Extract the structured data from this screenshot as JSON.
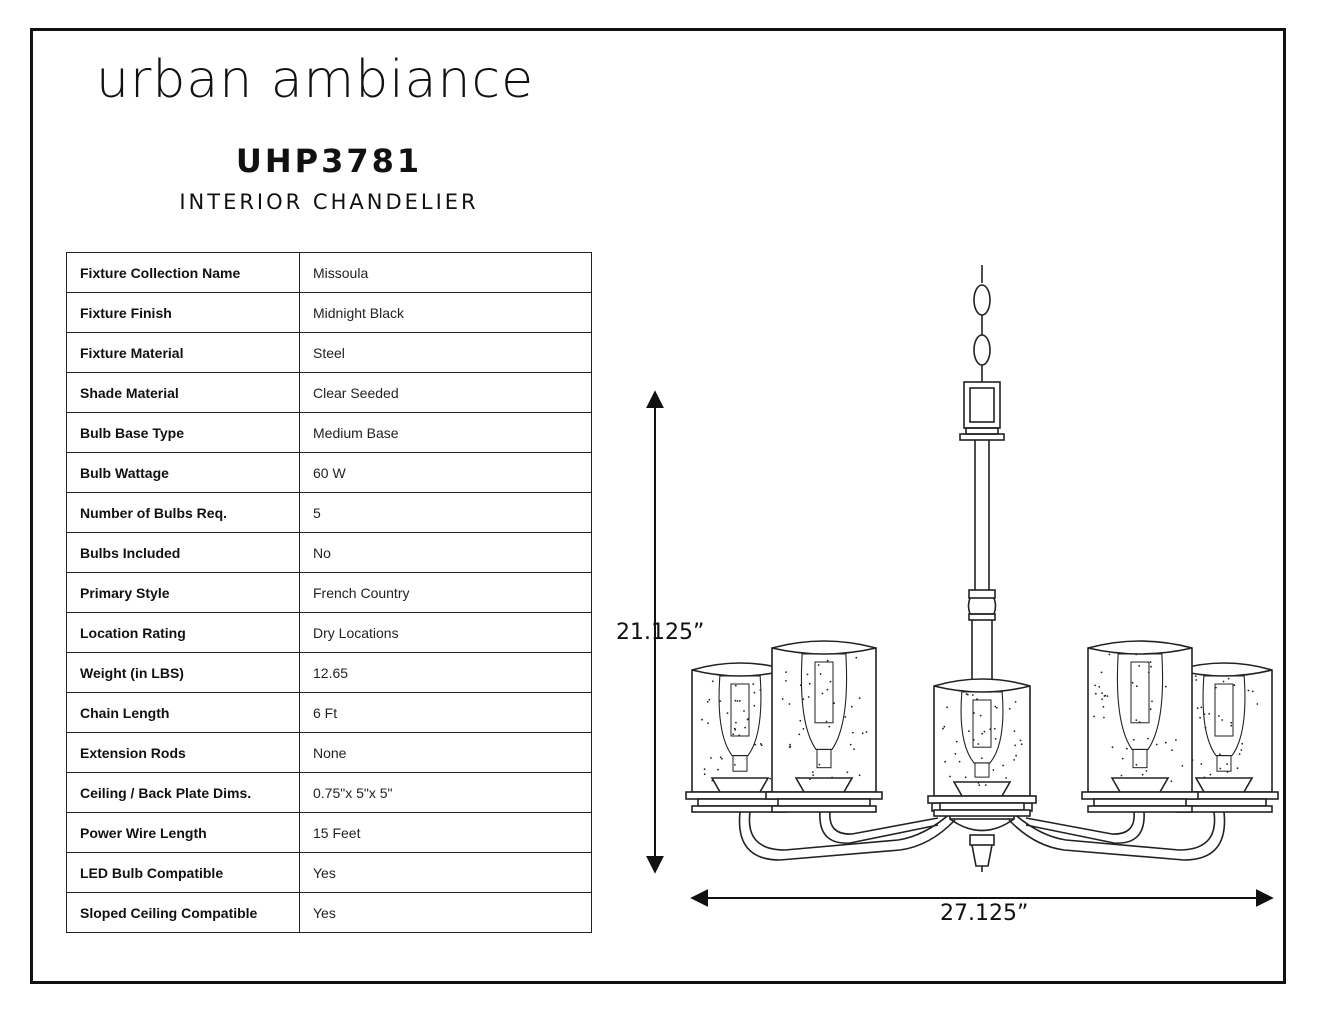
{
  "brand": "urban ambiance",
  "model": "UHP3781",
  "product_type": "INTERIOR CHANDELIER",
  "specs": [
    {
      "label": "Fixture Collection Name",
      "value": "Missoula"
    },
    {
      "label": "Fixture Finish",
      "value": "Midnight Black"
    },
    {
      "label": "Fixture Material",
      "value": "Steel"
    },
    {
      "label": "Shade Material",
      "value": "Clear Seeded"
    },
    {
      "label": "Bulb Base Type",
      "value": "Medium Base"
    },
    {
      "label": "Bulb Wattage",
      "value": "60 W"
    },
    {
      "label": "Number of Bulbs Req.",
      "value": "5"
    },
    {
      "label": "Bulbs Included",
      "value": "No"
    },
    {
      "label": "Primary Style",
      "value": "French Country"
    },
    {
      "label": "Location Rating",
      "value": "Dry Locations"
    },
    {
      "label": "Weight (in LBS)",
      "value": "12.65"
    },
    {
      "label": "Chain Length",
      "value": "6 Ft"
    },
    {
      "label": "Extension Rods",
      "value": "None"
    },
    {
      "label": "Ceiling / Back Plate Dims.",
      "value": "0.75\"x 5\"x 5\""
    },
    {
      "label": "Power Wire Length",
      "value": "15 Feet"
    },
    {
      "label": "LED Bulb Compatible",
      "value": "Yes"
    },
    {
      "label": "Sloped Ceiling Compatible",
      "value": "Yes"
    }
  ],
  "dimensions": {
    "height": "21.125”",
    "width": "27.125”"
  }
}
